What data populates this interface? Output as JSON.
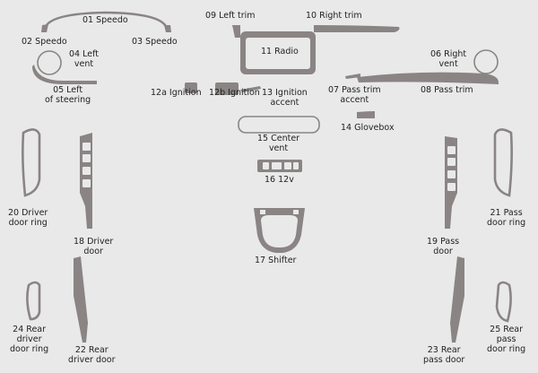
{
  "parts": [
    {
      "id": "p01",
      "label": "01 Speedo"
    },
    {
      "id": "p02",
      "label": "02 Speedo"
    },
    {
      "id": "p03",
      "label": "03 Speedo"
    },
    {
      "id": "p04",
      "label": "04 Left\nvent"
    },
    {
      "id": "p05",
      "label": "05 Left\nof steering"
    },
    {
      "id": "p06",
      "label": "06 Right\nvent"
    },
    {
      "id": "p07",
      "label": "07 Pass trim\naccent"
    },
    {
      "id": "p08",
      "label": "08 Pass trim"
    },
    {
      "id": "p09",
      "label": "09 Left trim"
    },
    {
      "id": "p10",
      "label": "10 Right trim"
    },
    {
      "id": "p11",
      "label": "11 Radio"
    },
    {
      "id": "p12a",
      "label": "12a Ignition"
    },
    {
      "id": "p12b",
      "label": "12b Ignition"
    },
    {
      "id": "p13",
      "label": "13 Ignition\naccent"
    },
    {
      "id": "p14",
      "label": "14 Glovebox"
    },
    {
      "id": "p15",
      "label": "15 Center\nvent"
    },
    {
      "id": "p16",
      "label": "16 12v"
    },
    {
      "id": "p17",
      "label": "17 Shifter"
    },
    {
      "id": "p18",
      "label": "18 Driver\ndoor"
    },
    {
      "id": "p19",
      "label": "19 Pass\ndoor"
    },
    {
      "id": "p20",
      "label": "20 Driver\ndoor ring"
    },
    {
      "id": "p21",
      "label": "21 Pass\ndoor ring"
    },
    {
      "id": "p22",
      "label": "22 Rear\ndriver door"
    },
    {
      "id": "p23",
      "label": "23 Rear\npass door"
    },
    {
      "id": "p24",
      "label": "24 Rear\ndriver\ndoor ring"
    },
    {
      "id": "p25",
      "label": "25 Rear\npass\ndoor ring"
    }
  ]
}
